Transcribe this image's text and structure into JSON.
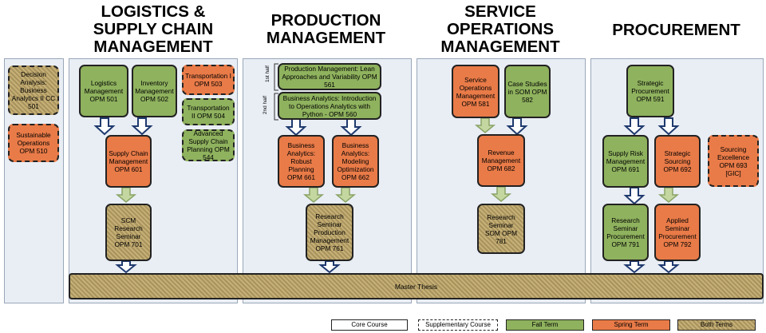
{
  "columns": {
    "logistics": {
      "title_lines": [
        "LOGISTICS &",
        "SUPPLY CHAIN",
        "MANAGEMENT"
      ]
    },
    "production": {
      "title_lines": [
        "PRODUCTION",
        "MANAGEMENT"
      ]
    },
    "service": {
      "title_lines": [
        "SERVICE",
        "OPERATIONS",
        "MANAGEMENT"
      ]
    },
    "procurement": {
      "title_lines": [
        "PROCUREMENT"
      ]
    }
  },
  "courses": {
    "decision_analysis": {
      "label": "Decision Analysis: Business Analytics II CC 501",
      "term": "both",
      "type": "supplementary"
    },
    "sustainable_ops": {
      "label": "Sustainable Operations OPM 510",
      "term": "spring",
      "type": "supplementary"
    },
    "logistics_mgmt": {
      "label": "Logistics Management OPM 501",
      "term": "fall",
      "type": "core"
    },
    "inventory_mgmt": {
      "label": "Inventory Management OPM 502",
      "term": "fall",
      "type": "core"
    },
    "transport_1": {
      "label": "Transportation I OPM 503",
      "term": "spring",
      "type": "supplementary"
    },
    "transport_2": {
      "label": "Transportation II OPM 504",
      "term": "fall",
      "type": "supplementary"
    },
    "adv_scp": {
      "label": "Advanced Supply Chain Planning OPM 544",
      "term": "fall",
      "type": "supplementary"
    },
    "scm": {
      "label": "Supply Chain Management OPM 601",
      "term": "spring",
      "type": "core"
    },
    "scm_seminar": {
      "label": "SCM Research Seminar OPM 701",
      "term": "both",
      "type": "core"
    },
    "prod_lean": {
      "label": "Production Management: Lean Approaches and Variability OPM 561",
      "term": "fall",
      "type": "core"
    },
    "ba_python": {
      "label": "Business Analytics: Introduction to Operations Analytics with Python - OPM 560",
      "term": "fall",
      "type": "core"
    },
    "ba_robust": {
      "label": "Business Analytics: Robust Planning OPM 661",
      "term": "spring",
      "type": "core"
    },
    "ba_model": {
      "label": "Business Analytics: Modeling Optimization OPM 662",
      "term": "spring",
      "type": "core"
    },
    "prod_seminar": {
      "label": "Research Seminar Production Management OPM 761",
      "term": "both",
      "type": "core"
    },
    "service_ops": {
      "label": "Service Operations Management OPM 581",
      "term": "spring",
      "type": "core"
    },
    "case_studies": {
      "label": "Case Studies in SOM OPM 582",
      "term": "fall",
      "type": "core"
    },
    "revenue_mgmt": {
      "label": "Revenue Management OPM 682",
      "term": "spring",
      "type": "core"
    },
    "som_seminar": {
      "label": "Research Seminar SOM OPM 781",
      "term": "both",
      "type": "core"
    },
    "strat_proc": {
      "label": "Strategic Procurement OPM 591",
      "term": "fall",
      "type": "core"
    },
    "supply_risk": {
      "label": "Supply Risk Management OPM 691",
      "term": "fall",
      "type": "core"
    },
    "strat_sourcing": {
      "label": "Strategic Sourcing OPM 692",
      "term": "spring",
      "type": "core"
    },
    "sourcing_exc": {
      "label": "Sourcing Excellence OPM 693 [GIC]",
      "term": "spring",
      "type": "supplementary"
    },
    "proc_seminar": {
      "label": "Research Seminar Procurement OPM 791",
      "term": "fall",
      "type": "core"
    },
    "applied_seminar": {
      "label": "Applied Seminar Procurement OPM 792",
      "term": "spring",
      "type": "core"
    }
  },
  "half_labels": {
    "first": "1st half",
    "second": "2nd half"
  },
  "master_thesis": "Master Thesis",
  "legend": {
    "core": "Core Course",
    "supplementary": "Supplementary Course",
    "fall": "Fall Term",
    "spring": "Spring Term",
    "both": "Both Terms"
  },
  "colors": {
    "fall": "#8fb25e",
    "spring": "#e97b48",
    "both": "#b7a06a",
    "panel": "#e9eef5",
    "arrow": "#1f3a6e"
  }
}
